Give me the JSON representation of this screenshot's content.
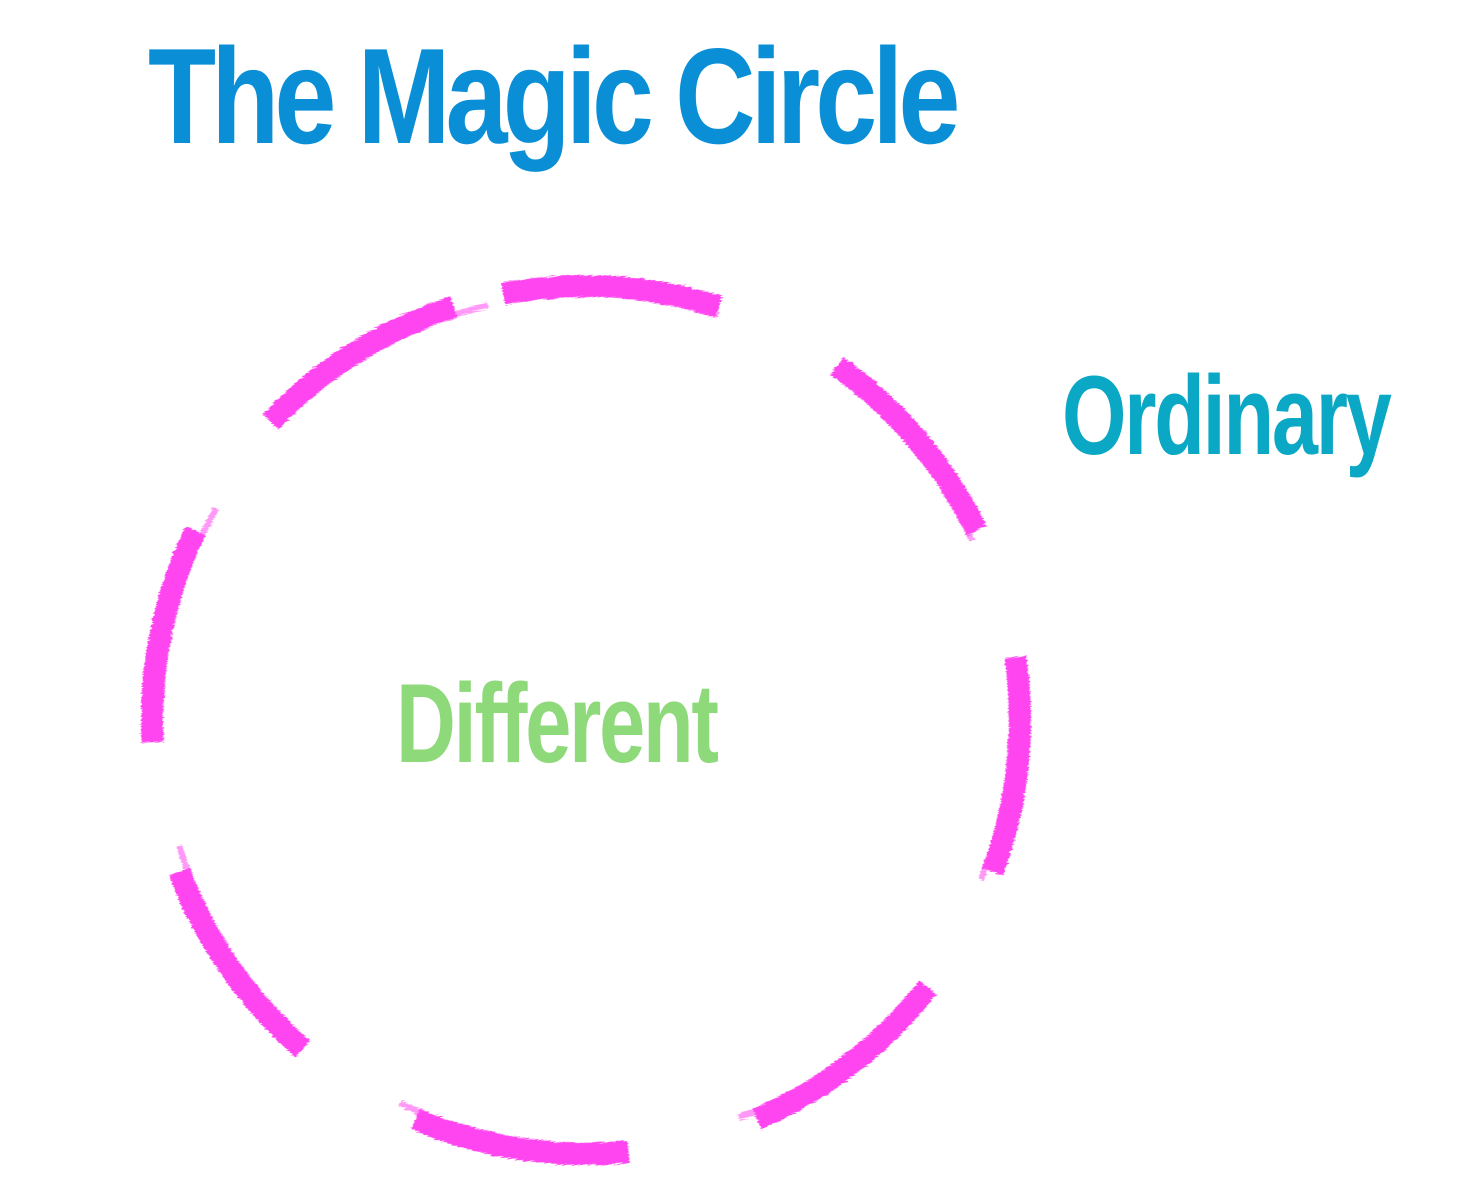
{
  "title": "The Magic Circle",
  "labels": {
    "inside": "Different",
    "outside": "Ordinary"
  },
  "colors": {
    "title": "#0a8fd6",
    "circle": "#ff44f0",
    "inside": "#8ed97a",
    "outside": "#0aa8c4",
    "background": "#ffffff"
  }
}
